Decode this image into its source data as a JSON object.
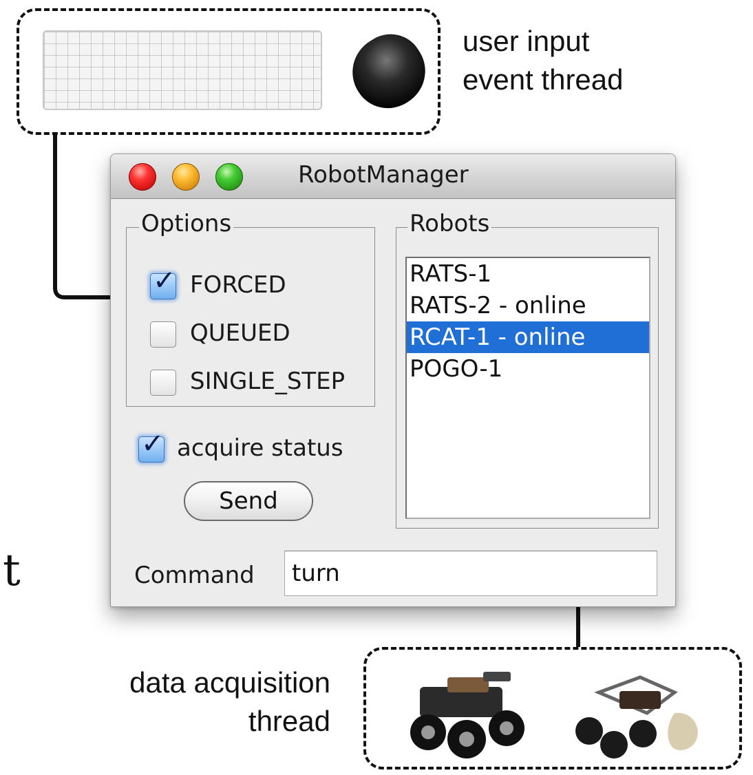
{
  "labels": {
    "input_thread_line1": "user input",
    "input_thread_line2": "event thread",
    "acq_thread_line1": "data acquisition",
    "acq_thread_line2": "thread",
    "partial_letter": "t"
  },
  "window": {
    "title": "RobotManager",
    "options": {
      "legend": "Options",
      "items": [
        {
          "label": "FORCED",
          "checked": true
        },
        {
          "label": "QUEUED",
          "checked": false
        },
        {
          "label": "SINGLE_STEP",
          "checked": false
        }
      ]
    },
    "acquire_status": {
      "label": "acquire status",
      "checked": true
    },
    "send_button": "Send",
    "robots": {
      "legend": "Robots",
      "items": [
        {
          "label": "RATS-1",
          "selected": false
        },
        {
          "label": "RATS-2 - online",
          "selected": false
        },
        {
          "label": "RCAT-1 - online",
          "selected": true
        },
        {
          "label": "POGO-1",
          "selected": false
        }
      ]
    },
    "command": {
      "label": "Command",
      "value": "turn"
    }
  },
  "colors": {
    "selection": "#1f6fd6",
    "close_light": "#ff3333",
    "minimize_light": "#ffbb33",
    "zoom_light": "#44cc33"
  },
  "icons": [
    "keyboard-icon",
    "mouse-icon",
    "rover-robot-icon",
    "legged-robot-icon",
    "arrow-icon"
  ]
}
